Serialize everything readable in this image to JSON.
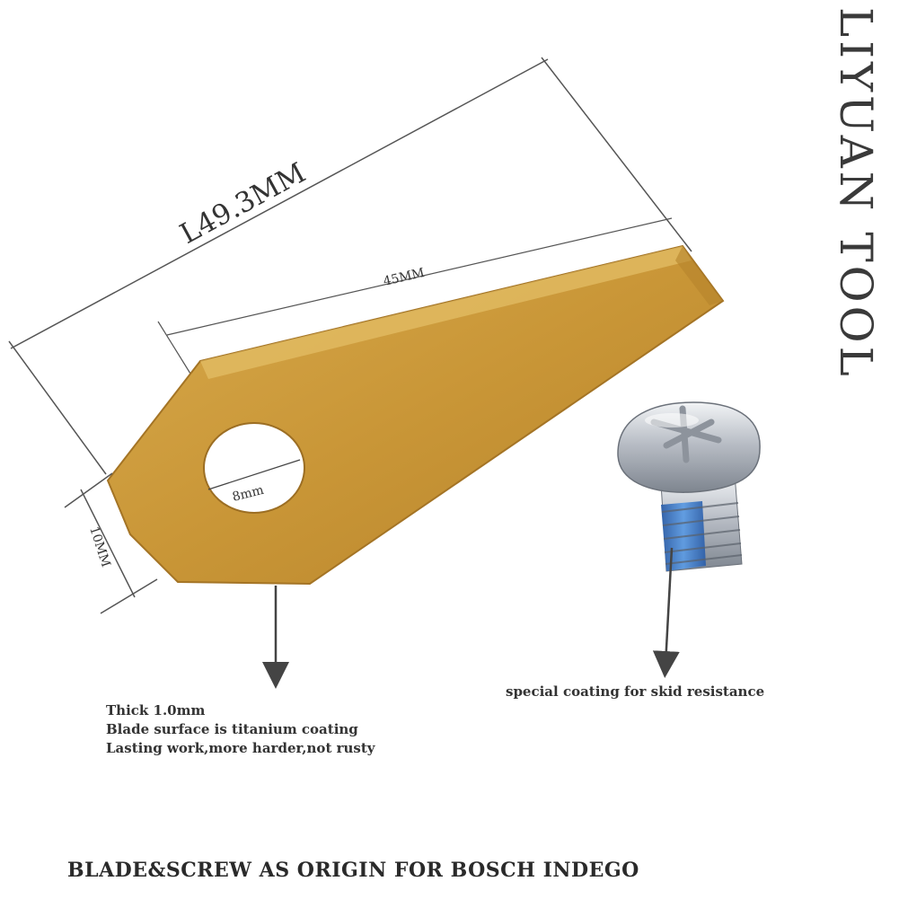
{
  "brand": "LIYUAN TOOL",
  "dimensions": {
    "overall_length": "L49.3MM",
    "edge_length": "45MM",
    "hole_diameter": "8mm",
    "end_width": "10MM"
  },
  "blade_notes": [
    "Thick 1.0mm",
    "Blade surface is titanium coating",
    "Lasting work,more harder,not rusty"
  ],
  "screw_note": "special coating for skid resistance",
  "footer": "BLADE&SCREW AS ORIGIN FOR BOSCH INDEGO",
  "colors": {
    "blade_gold": "#c9993c",
    "blade_edge": "#a87a2a",
    "screw_silver": "#c8ccd2",
    "screw_coating_blue": "#3f7fd0",
    "line": "#4a4a4a"
  }
}
